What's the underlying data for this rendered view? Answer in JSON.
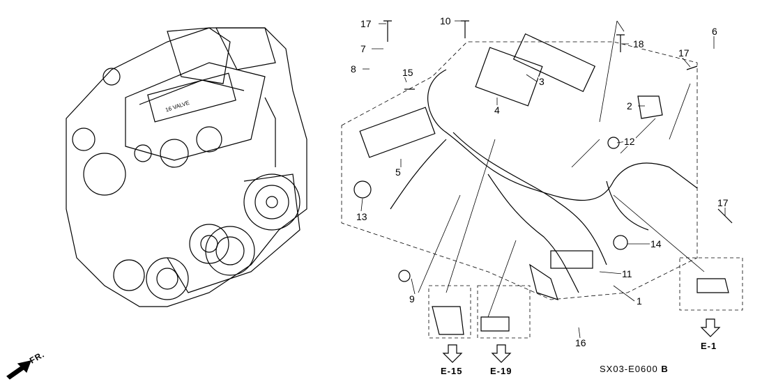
{
  "callouts": [
    "17",
    "10",
    "18",
    "6",
    "7",
    "8",
    "15",
    "3",
    "17",
    "4",
    "2",
    "12",
    "5",
    "13",
    "17",
    "14",
    "11",
    "9",
    "1",
    "16"
  ],
  "references": [
    "E-15",
    "E-19",
    "E-1"
  ],
  "diagram_code": "SX03-E0600",
  "diagram_revision": "B",
  "front_label": "FR."
}
